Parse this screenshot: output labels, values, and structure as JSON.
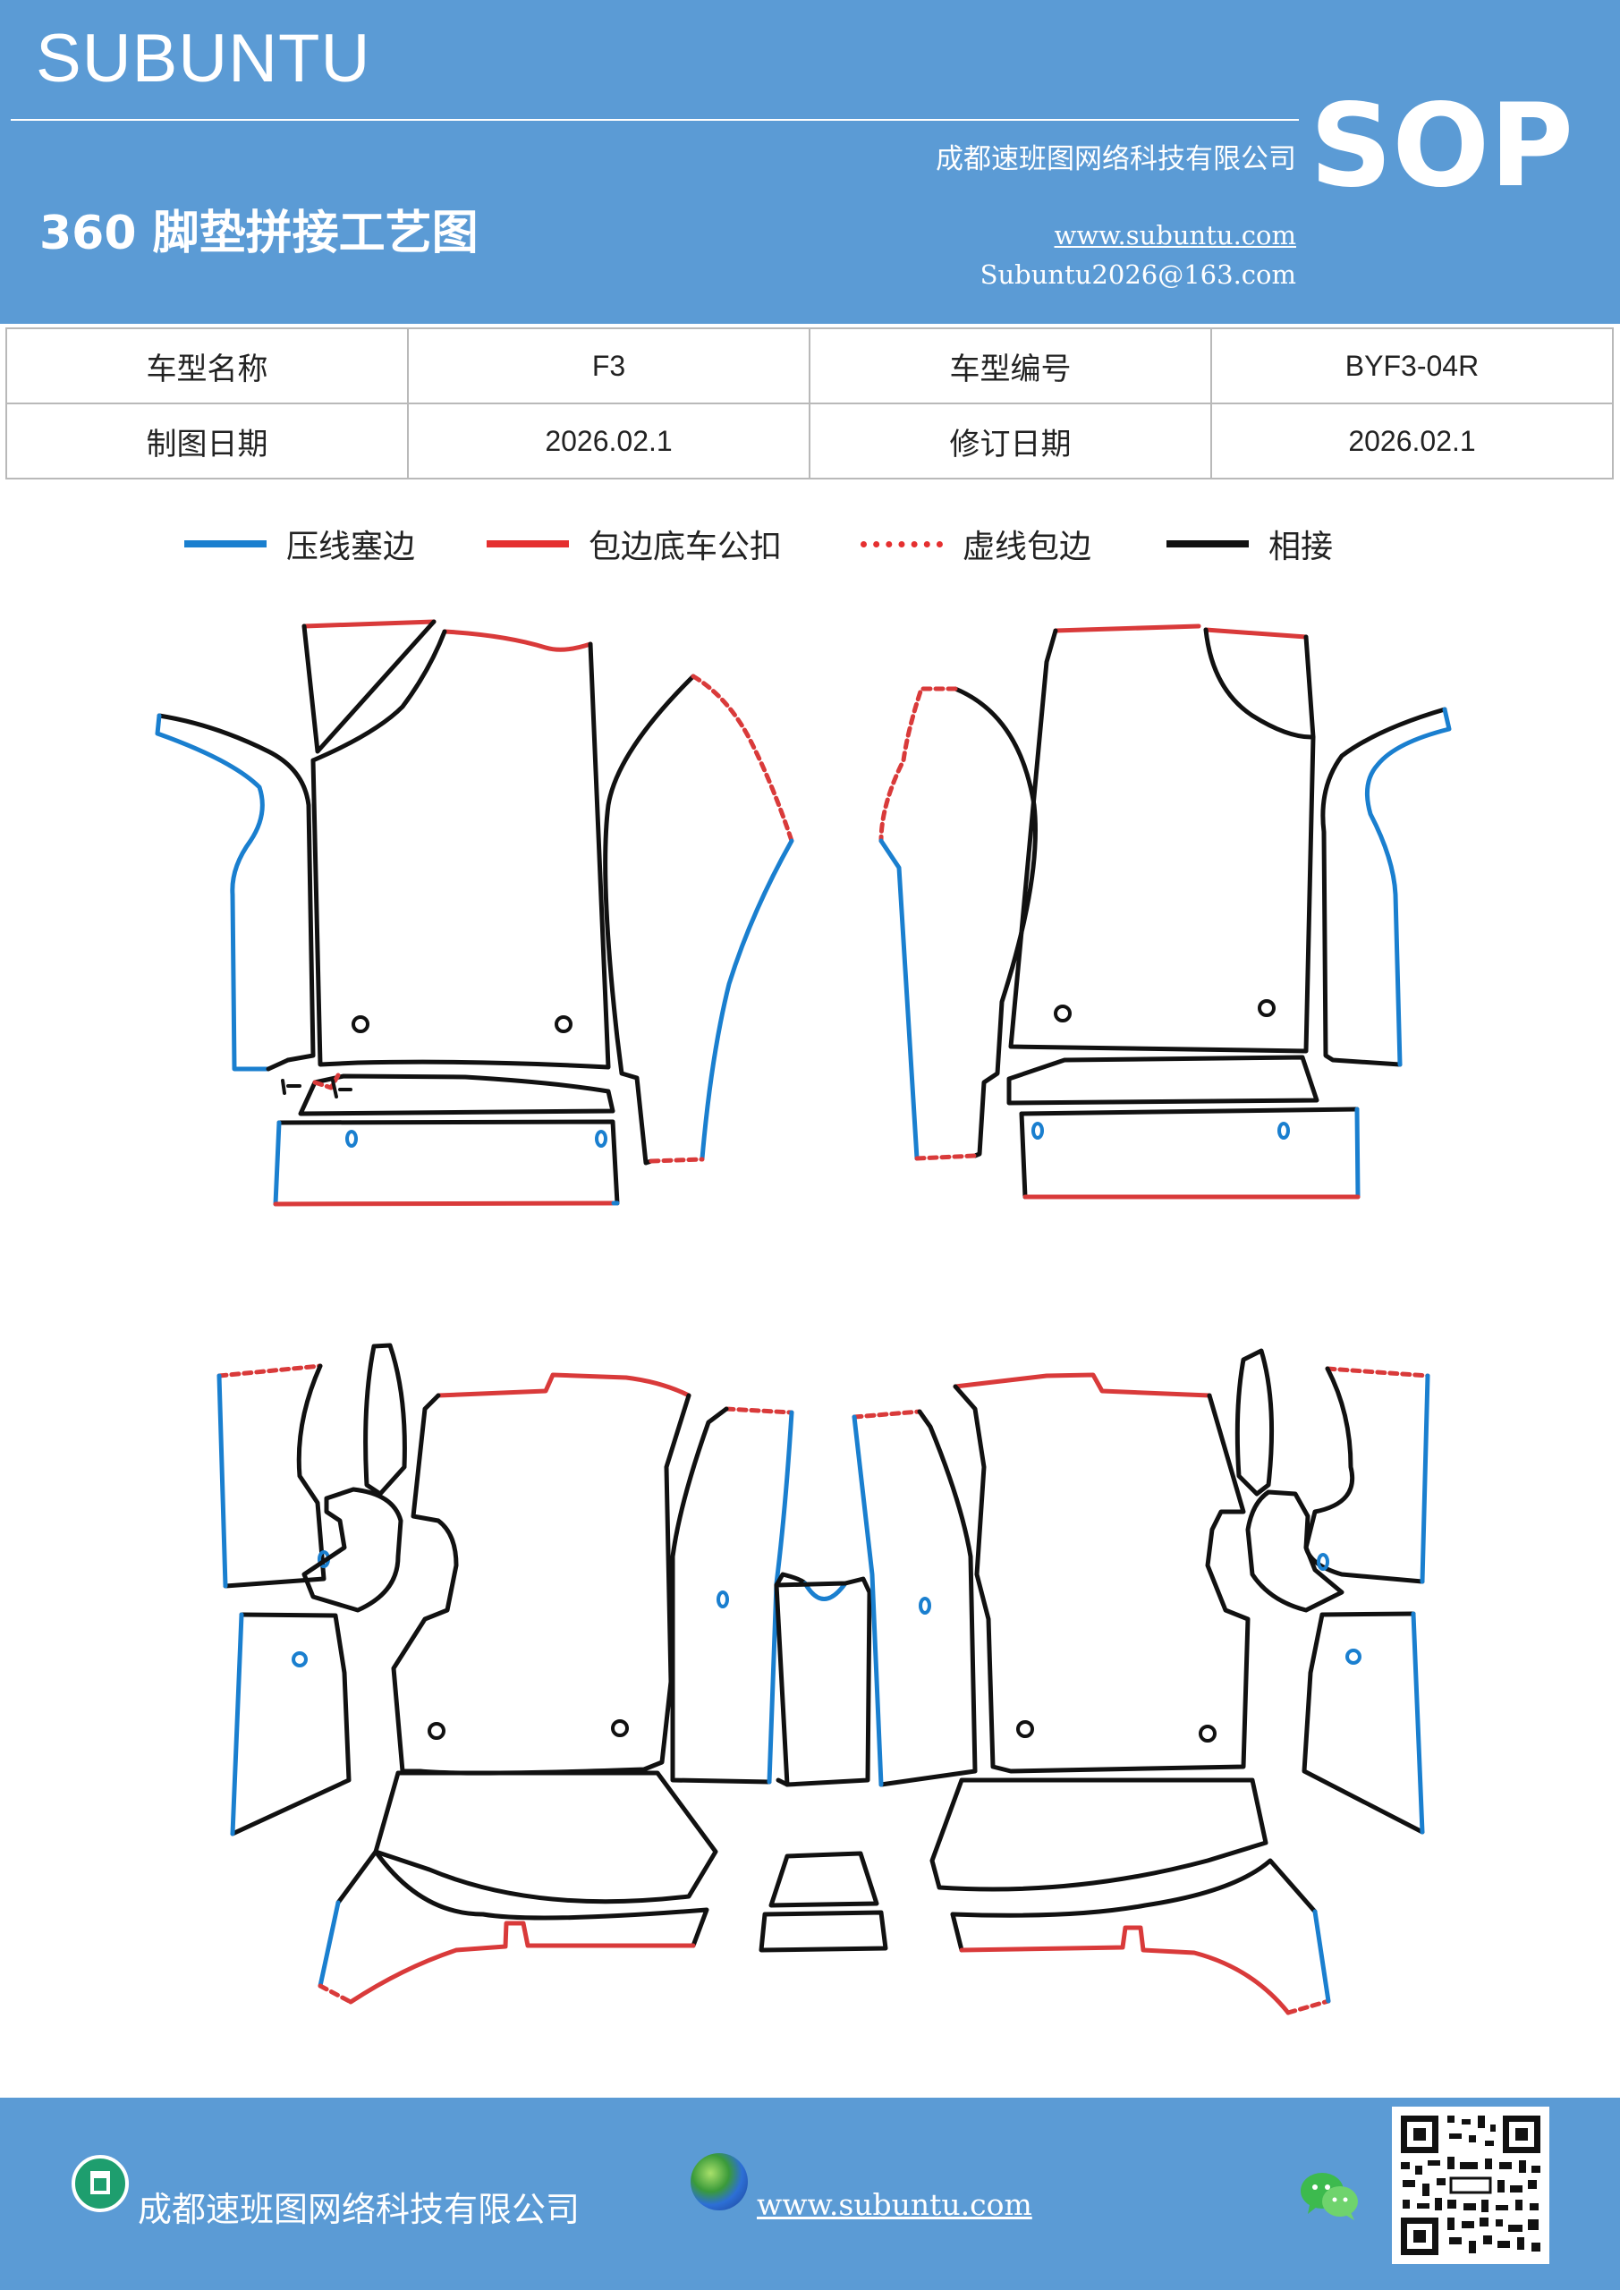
{
  "header": {
    "brand": "SUBUNTU",
    "sop": "SOP",
    "company": "成都速班图网络科技有限公司",
    "title": "360 脚垫拼接工艺图",
    "website": "www.subuntu.com",
    "email": "Subuntu2026@163.com"
  },
  "info_table": [
    [
      "车型名称",
      "F3",
      "车型编号",
      "BYF3-04R"
    ],
    [
      "制图日期",
      "2026.02.1",
      "修订日期",
      "2026.02.1"
    ]
  ],
  "legend": [
    {
      "label": "压线塞边",
      "color": "#1a7fcf",
      "style": "solid"
    },
    {
      "label": "包边底车公扣",
      "color": "#e53030",
      "style": "solid"
    },
    {
      "label": "虚线包边",
      "color": "#e53030",
      "style": "dotted"
    },
    {
      "label": "相接",
      "color": "#111111",
      "style": "solid"
    }
  ],
  "colors": {
    "header_bg": "#5b9bd5",
    "blue_edge": "#1a7fcf",
    "red_edge": "#d93a3a",
    "black_edge": "#111111"
  },
  "footer": {
    "company": "成都速班图网络科技有限公司",
    "website": "www.subuntu.com",
    "icons": [
      "building-icon",
      "globe-icon",
      "wechat-icon",
      "qr-code"
    ]
  }
}
